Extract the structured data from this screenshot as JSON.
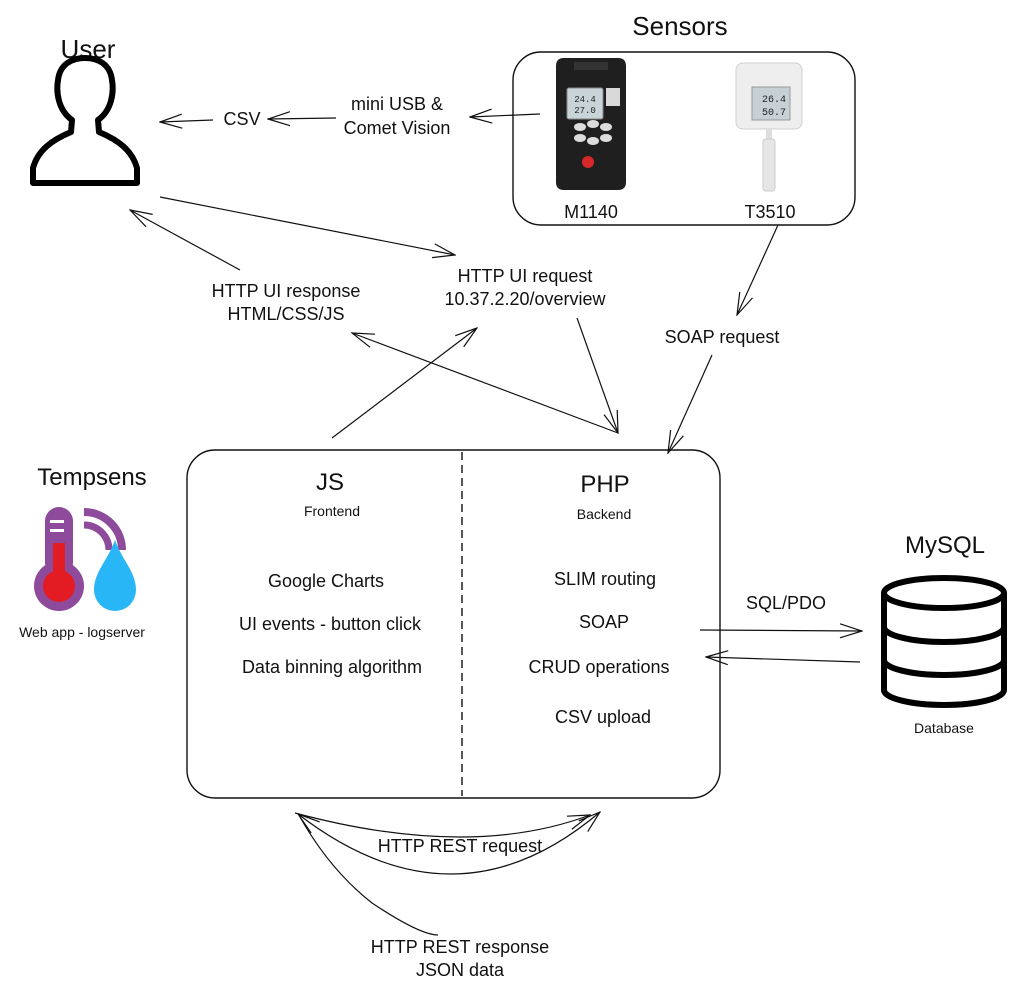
{
  "user": {
    "title": "User",
    "icon": "user-silhouette-icon"
  },
  "sensors": {
    "title": "Sensors",
    "devices": [
      {
        "name": "M1140",
        "icon": "handheld-logger-icon"
      },
      {
        "name": "T3510",
        "icon": "wall-sensor-icon"
      }
    ]
  },
  "flows": {
    "csv": "CSV",
    "mini_usb_line1": "mini USB &",
    "mini_usb_line2": "Comet Vision",
    "ui_response_line1": "HTTP UI response",
    "ui_response_line2": "HTML/CSS/JS",
    "ui_request_line1": "HTTP UI request",
    "ui_request_line2": "10.37.2.20/overview",
    "soap_request": "SOAP request",
    "sql_pdo": "SQL/PDO",
    "rest_request": "HTTP REST request",
    "rest_response_line1": "HTTP REST response",
    "rest_response_line2": "JSON data"
  },
  "app": {
    "title": "Tempsens",
    "subtitle": "Web app - logserver",
    "icon": "thermometer-droplet-icon",
    "colors": {
      "purple": "#8e4b9b",
      "red": "#e31b23",
      "blue": "#29b6f6"
    }
  },
  "frontend": {
    "title": "JS",
    "subtitle": "Frontend",
    "items": [
      "Google Charts",
      "UI events - button click",
      "Data binning algorithm"
    ]
  },
  "backend": {
    "title": "PHP",
    "subtitle": "Backend",
    "items": [
      "SLIM routing",
      "SOAP",
      "CRUD operations",
      "CSV upload"
    ]
  },
  "database": {
    "title": "MySQL",
    "subtitle": "Database",
    "icon": "database-cylinder-icon"
  }
}
